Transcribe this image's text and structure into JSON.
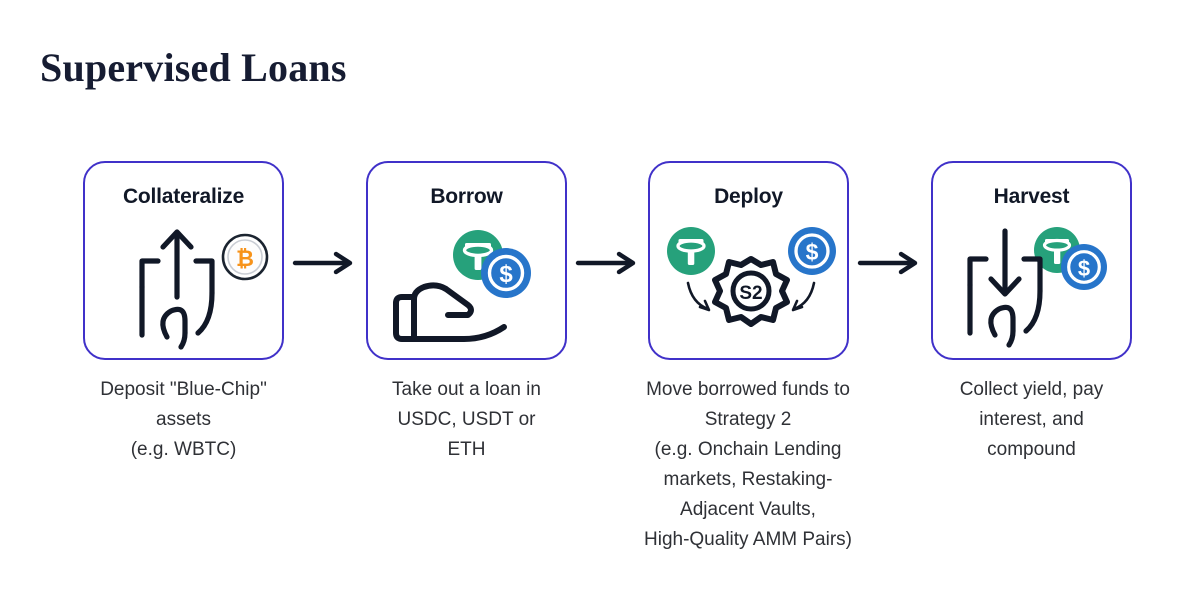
{
  "title": "Supervised Loans",
  "theme": {
    "card_border": "#4031c9",
    "title_color": "#161c32",
    "caption_color": "#2f3136",
    "usdt_green": "#26a17b",
    "usdc_blue": "#2775ca",
    "bitcoin_orange": "#f7931a",
    "icon_dark": "#111827",
    "background": "#ffffff"
  },
  "steps": [
    {
      "title": "Collateralize",
      "caption": "Deposit \"Blue-Chip\"\nassets\n(e.g. WBTC)",
      "icons": [
        "swipe-up-hand-icon",
        "bitcoin-coin-icon"
      ]
    },
    {
      "title": "Borrow",
      "caption": "Take out a loan in\nUSDC, USDT or\nETH",
      "icons": [
        "open-hand-icon",
        "usdt-coin-icon",
        "usdc-coin-icon"
      ]
    },
    {
      "title": "Deploy",
      "caption": "Move borrowed funds to\nStrategy 2\n(e.g. Onchain Lending\nmarkets, Restaking-\nAdjacent Vaults,\nHigh-Quality AMM Pairs)",
      "icons": [
        "usdt-coin-icon",
        "usdc-coin-icon",
        "gear-icon",
        "curved-arrow-icon"
      ],
      "gear_label": "S2"
    },
    {
      "title": "Harvest",
      "caption": "Collect yield, pay\ninterest, and\ncompound",
      "icons": [
        "swipe-down-hand-icon",
        "usdt-coin-icon",
        "usdc-coin-icon"
      ]
    }
  ],
  "connectors": [
    {
      "name": "arrow-collateralize-to-borrow"
    },
    {
      "name": "arrow-borrow-to-deploy"
    },
    {
      "name": "arrow-deploy-to-harvest"
    }
  ]
}
